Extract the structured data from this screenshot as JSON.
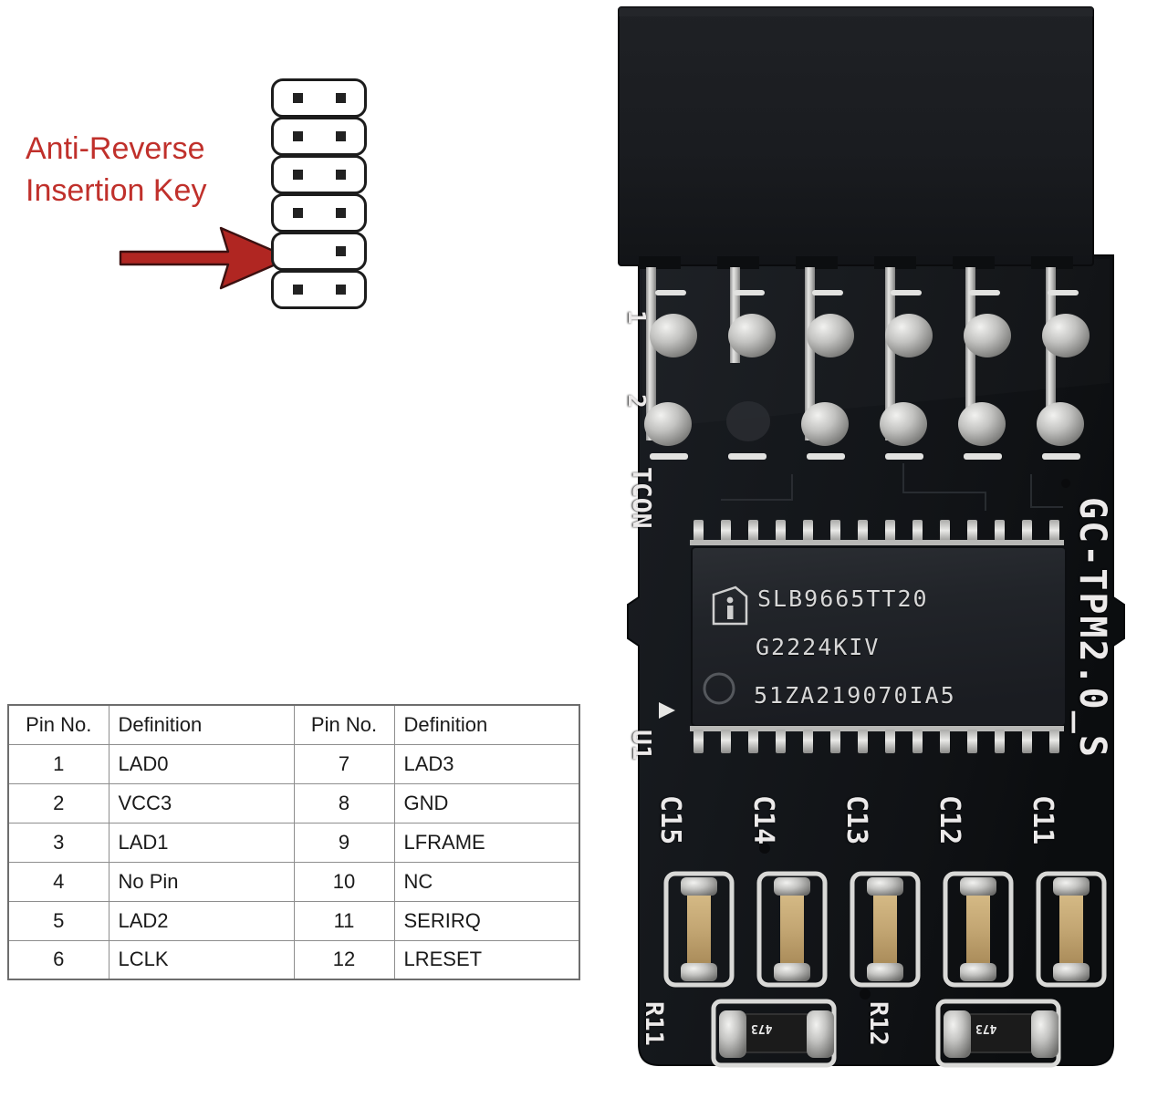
{
  "annotation": {
    "line1": "Anti-Reverse",
    "line2": "Insertion Key",
    "color": "#c0302b",
    "arrow_icon": "right-arrow-icon"
  },
  "connector_diagram": {
    "name": "12-pin keyed header diagram",
    "rows": 6,
    "pins_per_row": 2,
    "missing_pin": {
      "row": 5,
      "side": "left"
    },
    "pin_color": "#222222",
    "outline_color": "#1c1c1c"
  },
  "pin_table": {
    "headers": [
      "Pin No.",
      "Definition",
      "Pin No.",
      "Definition"
    ],
    "rows": [
      {
        "pin_a": "1",
        "def_a": "LAD0",
        "pin_b": "7",
        "def_b": "LAD3"
      },
      {
        "pin_a": "2",
        "def_a": "VCC3",
        "pin_b": "8",
        "def_b": "GND"
      },
      {
        "pin_a": "3",
        "def_a": "LAD1",
        "pin_b": "9",
        "def_b": "LFRAME"
      },
      {
        "pin_a": "4",
        "def_a": "No Pin",
        "pin_b": "10",
        "def_b": "NC"
      },
      {
        "pin_a": "5",
        "def_a": "LAD2",
        "pin_b": "11",
        "def_b": "SERIRQ"
      },
      {
        "pin_a": "6",
        "def_a": "LCLK",
        "pin_b": "12",
        "def_b": "LRESET"
      }
    ]
  },
  "pcb": {
    "board_name": "GC-TPM2.0_S",
    "board_color": "#14161a",
    "connector_housing_color": "#1b1b1b",
    "silkscreen": {
      "pin1_label": "1",
      "pin2_label": "2",
      "connector_ref": "TCON",
      "ic_ref": "U1",
      "capacitors": [
        "C15",
        "C14",
        "C13",
        "C12",
        "C11"
      ],
      "resistors": [
        "R11",
        "R12"
      ]
    },
    "ic": {
      "vendor_logo": "infineon-logo-icon",
      "line1": "SLB9665TT20",
      "line2": "G2224KIV",
      "line3": "51ZA219070IA5",
      "lead_count_per_side": 14
    },
    "resistor_code": "473",
    "pin_columns": 6,
    "pin_rows": 2
  }
}
